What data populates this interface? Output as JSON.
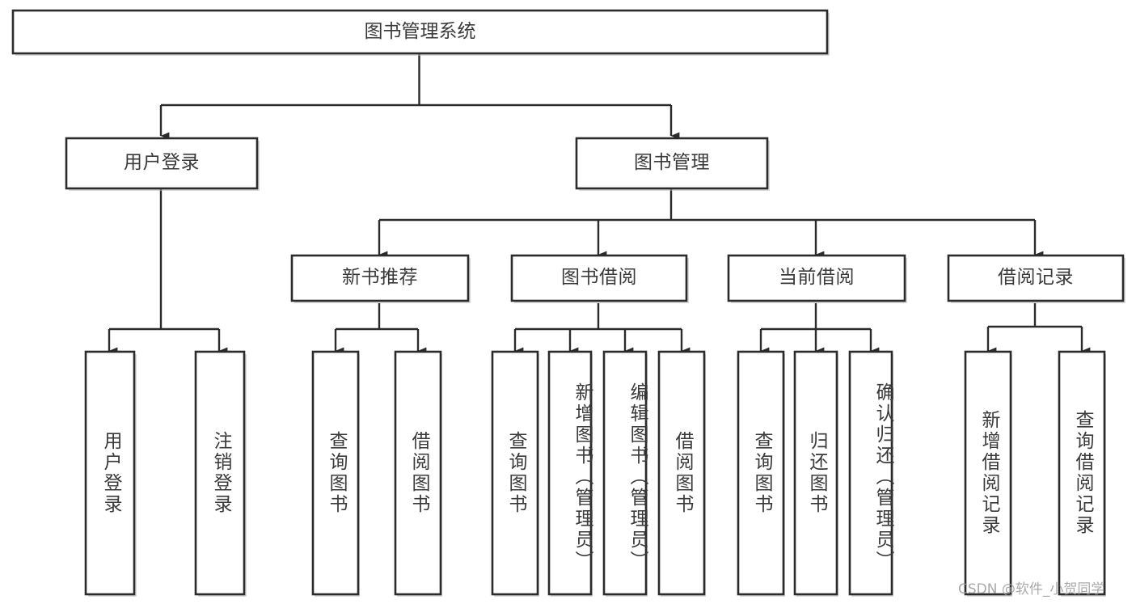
{
  "diagram": {
    "title": "图书管理系统",
    "type": "tree-hierarchy",
    "watermark": "CSDN @软件_小贺同学",
    "colors": {
      "stroke": "#2b2b2b",
      "fill": "#ffffff",
      "text": "#3a3a3a",
      "watermark": "#9b9b9b",
      "shadow": "#b9b9b9"
    },
    "root": {
      "label": "图书管理系统"
    },
    "level2": [
      {
        "label": "用户登录"
      },
      {
        "label": "图书管理"
      }
    ],
    "level3": [
      {
        "label": "新书推荐"
      },
      {
        "label": "图书借阅"
      },
      {
        "label": "当前借阅"
      },
      {
        "label": "借阅记录"
      }
    ],
    "leaves": {
      "user_login": [
        {
          "label": "用户登录"
        },
        {
          "label": "注销登录"
        }
      ],
      "new_book_recommend": [
        {
          "label": "查询图书"
        },
        {
          "label": "借阅图书"
        }
      ],
      "book_borrow": [
        {
          "label": "查询图书"
        },
        {
          "label": "新增图书（管理员）"
        },
        {
          "label": "编辑图书（管理员）"
        },
        {
          "label": "借阅图书"
        }
      ],
      "current_borrow": [
        {
          "label": "查询图书"
        },
        {
          "label": "归还图书"
        },
        {
          "label": "确认归还（管理员）"
        }
      ],
      "borrow_record": [
        {
          "label": "新增借阅记录"
        },
        {
          "label": "查询借阅记录"
        }
      ]
    }
  }
}
